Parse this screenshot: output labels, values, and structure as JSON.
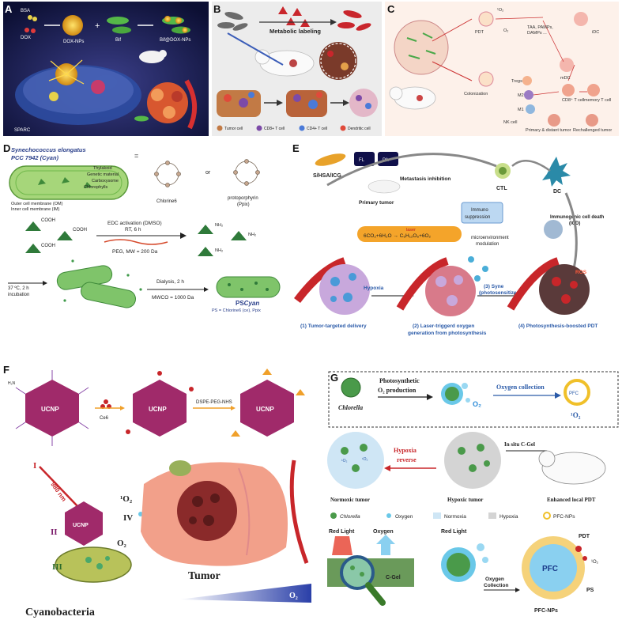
{
  "panels": {
    "A": {
      "letter": "A",
      "bsa": "BSA",
      "dox": "DOX",
      "doxnps": "DOX-NPs",
      "bif": "Bif",
      "bifdox": "Bif@DOX-NPs",
      "sparc": "SPARC"
    },
    "B": {
      "letter": "B",
      "metabolic": "Metabolic labeling",
      "legend": [
        "Tumor cell",
        "CD8+ T cell",
        "CD4+ T cell",
        "Dendritic cell"
      ]
    },
    "C": {
      "letter": "C",
      "o2": "¹O₂",
      "pdt": "PDT",
      "o2b": "O₂",
      "taa": "TAA, PAMPs,",
      "damps": "DAMPs ...",
      "idc": "iDC",
      "mdc": "mDC",
      "colon": "Colonization",
      "tregs": "Tregs",
      "m2": "M2",
      "m1": "M1",
      "cd8": "CD8⁺ T cell",
      "memory": "memory T cell",
      "nk": "NK cell",
      "primary": "Primary & distant tumor",
      "rechall": "Rechallenged tumor"
    },
    "D": {
      "letter": "D",
      "title1": "Synechococcus elongatus",
      "title2": "PCC 7942 (Cyan)",
      "thylakoid": "Thylakoid",
      "genetic": "Genetic material",
      "carboxysome": "Carboxysome",
      "chloro": "Chlorophylls",
      "om": "Outer cell membrane (OM)",
      "im": "Inner cell membrane (IM)",
      "eq": "=",
      "or": "or",
      "ce6": "Chlorine6",
      "ppix1": "protoporphyrin",
      "ppix2": "(Ppix)",
      "cooh": "COOH",
      "nh2": "NH₂",
      "edc": "EDC activation (DMSO)",
      "rt": "RT, 6 h",
      "peg": "PEG, MW = 200 Da",
      "temp": "37 ºC, 2 h",
      "incub": "incubation",
      "dialysis": "Dialysis, 2 h",
      "mwco": "MWCO = 1000 Da",
      "pscyan_ps": "PS",
      "pscyan_cyan": "Cyan",
      "psnote": "PS = Chlorine6 (ce), Ppix"
    },
    "E": {
      "letter": "E",
      "shsa": "S/HSA/ICG",
      "fl": "FL",
      "pa": "PA",
      "metastasis": "Metastasis inhibition",
      "primary": "Primary tumor",
      "ctl": "CTL",
      "dc": "DC",
      "immuno1": "Immuno",
      "immuno2": "suppression",
      "reaction": "6CO₂+6H₂O → C₆H₁₂O₆+6O₂",
      "laser": "laser",
      "micro1": "microenvironment",
      "micro2": "modulation",
      "icd1": "Immunogenic cell death",
      "icd2": "(ICD)",
      "hypoxia": "Hypoxia",
      "ros": "ROS",
      "syne1": "(3) Syne",
      "syne2": "(photosensitizer)",
      "step1": "(1) Tumor-targeted delivery",
      "step2a": "(2) Laser-triggerd oxygen",
      "step2b": "generation from photosynthesis",
      "step4": "(4) Photosynthesis-boosted PDT"
    },
    "F": {
      "letter": "F",
      "ucnp": "UCNP",
      "ce6": "Ce6",
      "dspe": "DSPE-PEG-NHS",
      "nm": "980 nm",
      "r1": "I",
      "r2": "II",
      "r3": "III",
      "r4": "IV",
      "o2s": "¹O₂",
      "o2": "O₂",
      "tumor": "Tumor",
      "o2grad": "O₂",
      "cyano": "Cyanobacteria",
      "nh2": "H₂N"
    },
    "G": {
      "letter": "G",
      "chlorella": "Chlorella",
      "photo1": "Photosynthetic",
      "photo2": "O₂ production",
      "o2": "O₂",
      "collect": "Oxygen collection",
      "pfc": "PFC",
      "so2": "¹O₂",
      "hyp1": "Hypoxia",
      "hyp2": "reverse",
      "insitu": "In situ C-Gel",
      "normoxic": "Normoxic tumor",
      "hypoxic": "Hypoxic tumor",
      "enhanced": "Enhanced local PDT",
      "legend": [
        "Chlorella",
        "Oxygen",
        "Normoxia",
        "Hypoxia",
        "PFC-NPs"
      ],
      "red1": "Red Light",
      "oxygen": "Oxygen",
      "cgel": "C-Gel",
      "red2": "Red Light",
      "pdt": "PDT",
      "oc1": "Oxygen",
      "oc2": "Collection",
      "ps": "PS",
      "pfcnps": "PFC-NPs"
    }
  }
}
